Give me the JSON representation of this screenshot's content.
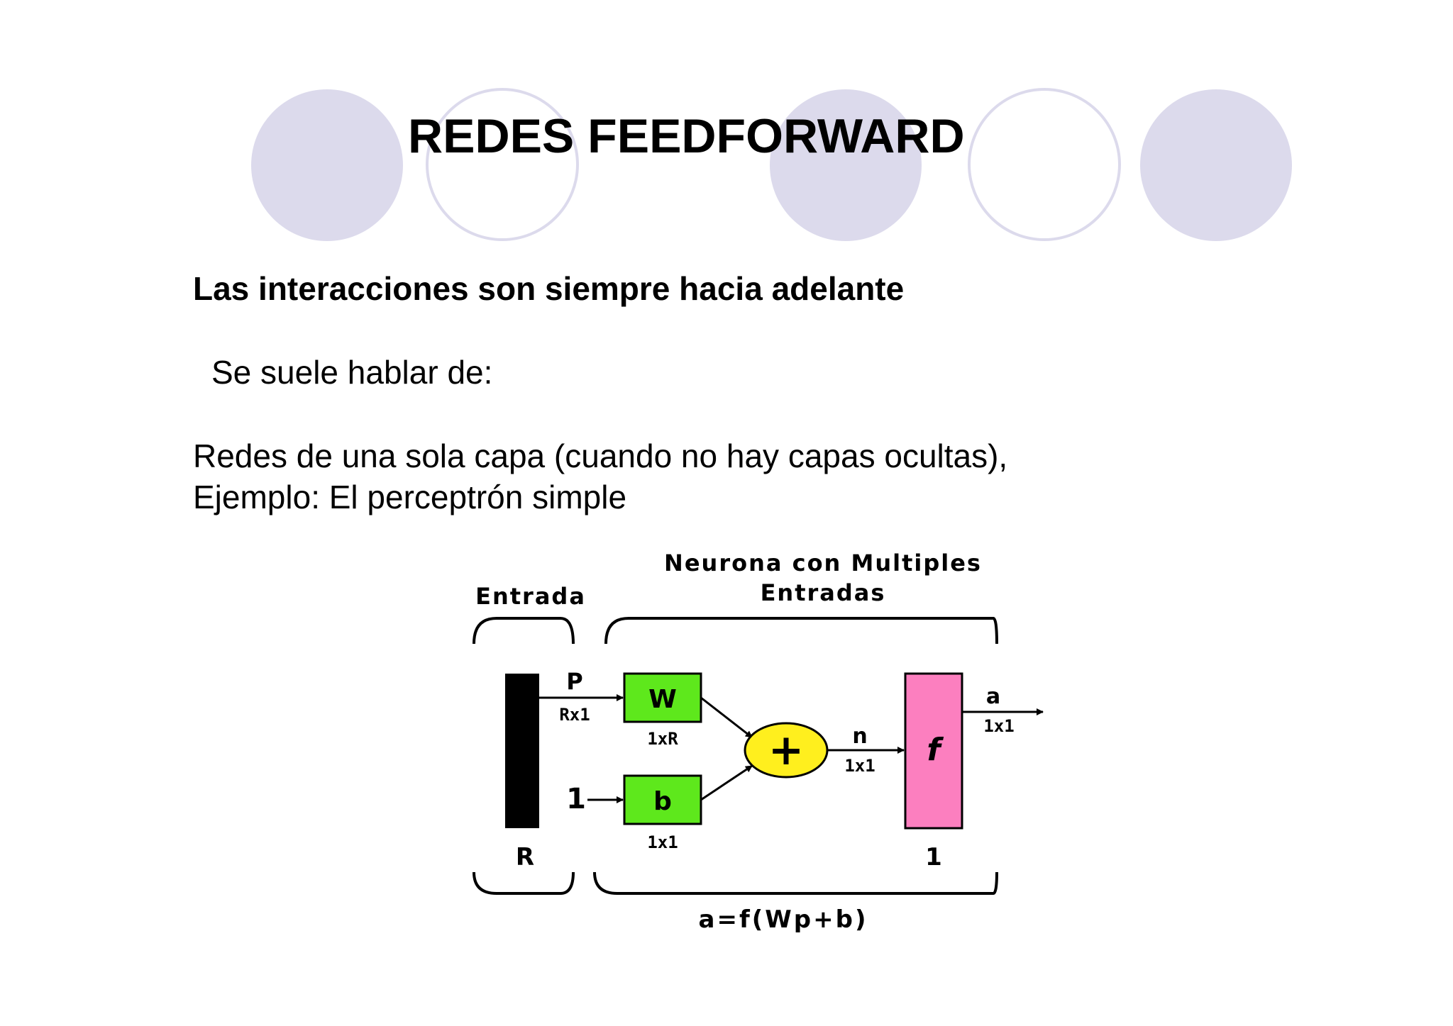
{
  "slide": {
    "title": "REDES FEEDFORWARD",
    "subtitle": "Las interacciones son siempre hacia adelante",
    "intro": "Se suele hablar de:",
    "line1": "Redes de una sola capa (cuando no hay capas ocultas),",
    "line2": "Ejemplo:  El perceptrón simple"
  },
  "colors": {
    "circle_fill": "#dcdaec",
    "weight_box": "#5ee81c",
    "sum_node": "#ffef1e",
    "transfer_box": "#fc7fbf"
  },
  "diagram": {
    "header_neuron_line1": "Neurona con Multiples",
    "header_neuron_line2": "Entradas",
    "header_input": "Entrada",
    "input_p": "P",
    "input_p_dim": "Rx1",
    "weight": "W",
    "weight_dim": "1xR",
    "bias_input": "1",
    "bias": "b",
    "bias_dim": "1x1",
    "sum_symbol": "+",
    "net": "n",
    "net_dim": "1x1",
    "transfer": "f",
    "output": "a",
    "output_dim": "1x1",
    "input_size": "R",
    "neuron_count": "1",
    "formula": "a=f(Wp+b)"
  }
}
